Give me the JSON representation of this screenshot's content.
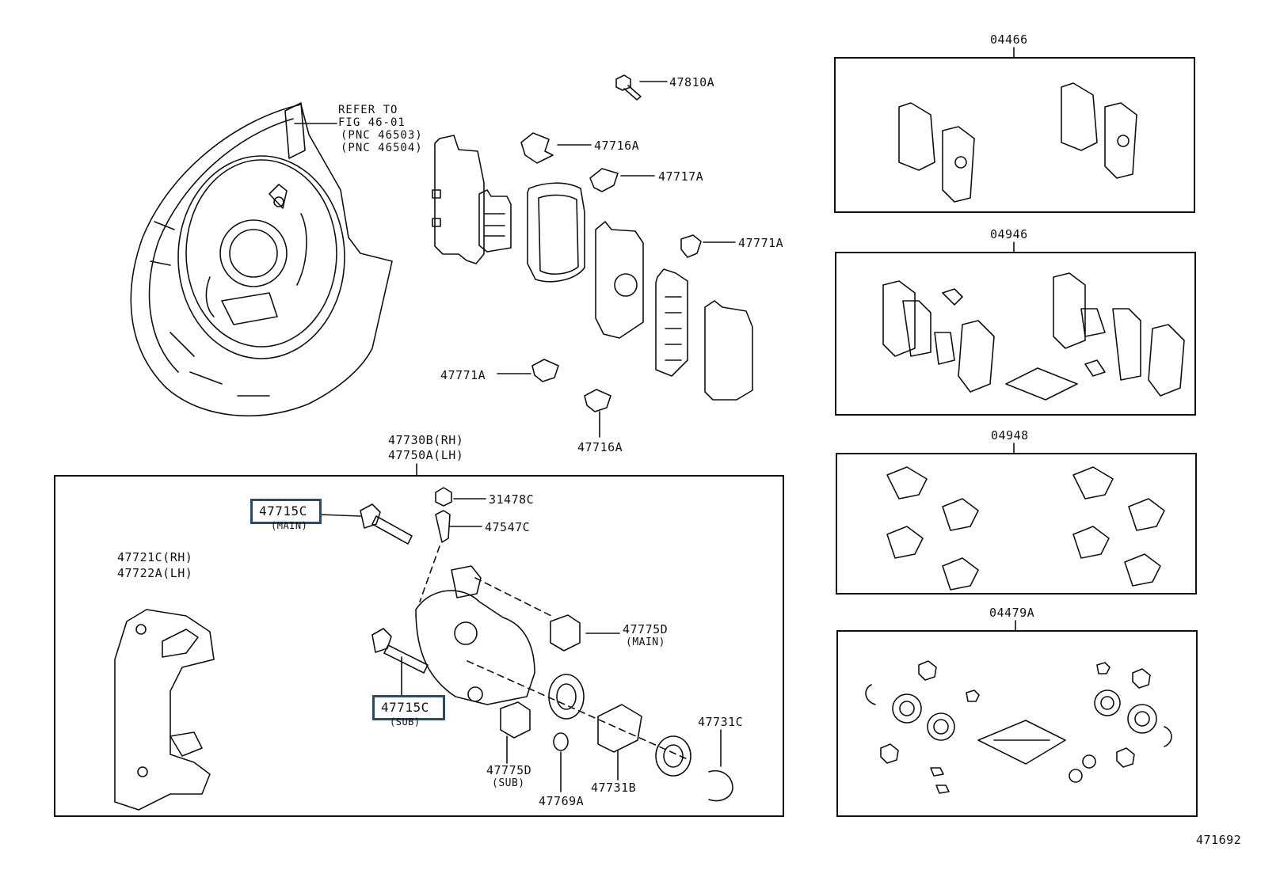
{
  "diagram": {
    "refer_note": {
      "line1": "REFER TO",
      "line2": "FIG 46-01",
      "line3": "(PNC 46503)",
      "line4": "(PNC 46504)"
    },
    "parts_top": {
      "p47810A": "47810A",
      "p47716A_top": "47716A",
      "p47717A": "47717A",
      "p47771A_right": "47771A",
      "p47771A_left": "47771A",
      "p47716A_bottom": "47716A"
    },
    "assembly": {
      "line1": "47730B(RH)",
      "line2": "47750A(LH)"
    },
    "main_box": {
      "p31478C": "31478C",
      "p47547C": "47547C",
      "p47715C_main": "47715C",
      "p47715C_main_sub": "(MAIN)",
      "p47715C_sub": "47715C",
      "p47715C_sub_sub": "(SUB)",
      "mount_line1": "47721C(RH)",
      "mount_line2": "47722A(LH)",
      "p47775D_main": "47775D",
      "p47775D_main_sub": "(MAIN)",
      "p47775D_sub": "47775D",
      "p47775D_sub_sub": "(SUB)",
      "p47769A": "47769A",
      "p47731B": "47731B",
      "p47731C": "47731C"
    },
    "kits": {
      "k04466": "04466",
      "k04946": "04946",
      "k04948": "04948",
      "k04479A": "04479A"
    },
    "figure_number": "471692"
  },
  "colors": {
    "line": "#111111",
    "highlight_border": "#2f4a5e",
    "background": "#ffffff"
  }
}
